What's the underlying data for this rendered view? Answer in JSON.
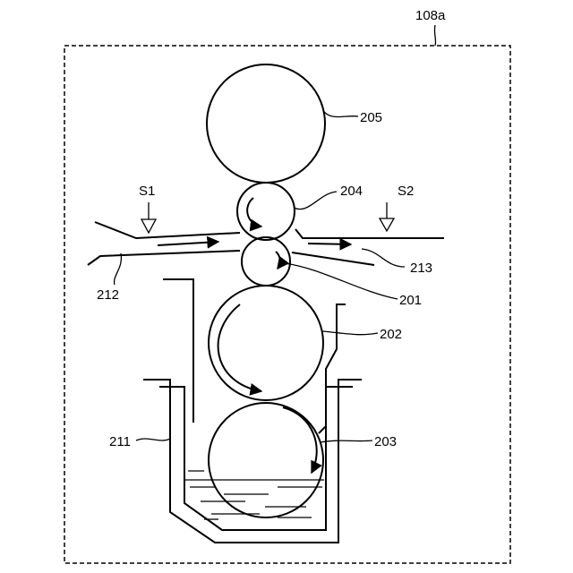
{
  "figure": {
    "frame_label": "108a",
    "labels": {
      "roller_205": "205",
      "roller_204": "204",
      "roller_201": "201",
      "roller_202": "202",
      "roller_203": "203",
      "guide_212": "212",
      "guide_213": "213",
      "tank_211": "211",
      "sheet_in": "S1",
      "sheet_out": "S2"
    }
  }
}
